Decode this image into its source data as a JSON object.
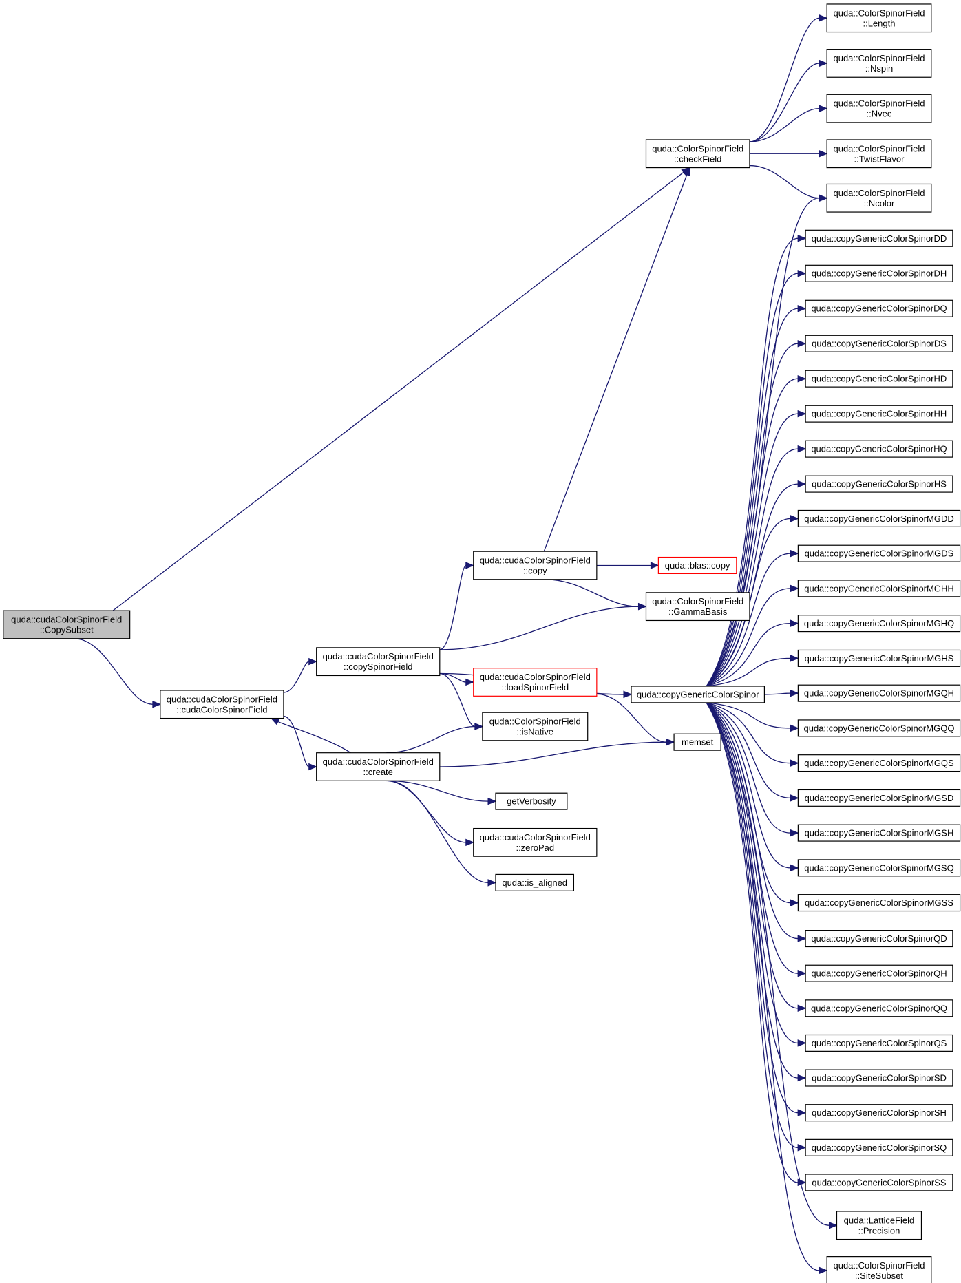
{
  "graph": {
    "nodes": [
      {
        "id": "root",
        "lines": [
          "quda::cudaColorSpinorField",
          "::CopySubset"
        ],
        "style": "root"
      },
      {
        "id": "ctor",
        "lines": [
          "quda::cudaColorSpinorField",
          "::cudaColorSpinorField"
        ]
      },
      {
        "id": "copySpinorField",
        "lines": [
          "quda::cudaColorSpinorField",
          "::copySpinorField"
        ]
      },
      {
        "id": "create",
        "lines": [
          "quda::cudaColorSpinorField",
          "::create"
        ]
      },
      {
        "id": "copy",
        "lines": [
          "quda::cudaColorSpinorField",
          "::copy"
        ]
      },
      {
        "id": "loadSpinorField",
        "lines": [
          "quda::cudaColorSpinorField",
          "::loadSpinorField"
        ],
        "style": "red"
      },
      {
        "id": "isNative",
        "lines": [
          "quda::ColorSpinorField",
          "::isNative"
        ]
      },
      {
        "id": "getVerbosity",
        "lines": [
          "getVerbosity"
        ]
      },
      {
        "id": "zeroPad",
        "lines": [
          "quda::cudaColorSpinorField",
          "::zeroPad"
        ]
      },
      {
        "id": "is_aligned",
        "lines": [
          "quda::is_aligned"
        ]
      },
      {
        "id": "checkField",
        "lines": [
          "quda::ColorSpinorField",
          "::checkField"
        ]
      },
      {
        "id": "blascopy",
        "lines": [
          "quda::blas::copy"
        ],
        "style": "red"
      },
      {
        "id": "GammaBasis",
        "lines": [
          "quda::ColorSpinorField",
          "::GammaBasis"
        ]
      },
      {
        "id": "cgcs",
        "lines": [
          "quda::copyGenericColorSpinor"
        ]
      },
      {
        "id": "memset",
        "lines": [
          "memset"
        ]
      },
      {
        "id": "Length",
        "lines": [
          "quda::ColorSpinorField",
          "::Length"
        ]
      },
      {
        "id": "Nspin",
        "lines": [
          "quda::ColorSpinorField",
          "::Nspin"
        ]
      },
      {
        "id": "Nvec",
        "lines": [
          "quda::ColorSpinorField",
          "::Nvec"
        ]
      },
      {
        "id": "TwistFlavor",
        "lines": [
          "quda::ColorSpinorField",
          "::TwistFlavor"
        ]
      },
      {
        "id": "Ncolor",
        "lines": [
          "quda::ColorSpinorField",
          "::Ncolor"
        ]
      },
      {
        "id": "DD",
        "lines": [
          "quda::copyGenericColorSpinorDD"
        ]
      },
      {
        "id": "DH",
        "lines": [
          "quda::copyGenericColorSpinorDH"
        ]
      },
      {
        "id": "DQ",
        "lines": [
          "quda::copyGenericColorSpinorDQ"
        ]
      },
      {
        "id": "DS",
        "lines": [
          "quda::copyGenericColorSpinorDS"
        ]
      },
      {
        "id": "HD",
        "lines": [
          "quda::copyGenericColorSpinorHD"
        ]
      },
      {
        "id": "HH",
        "lines": [
          "quda::copyGenericColorSpinorHH"
        ]
      },
      {
        "id": "HQ",
        "lines": [
          "quda::copyGenericColorSpinorHQ"
        ]
      },
      {
        "id": "HS",
        "lines": [
          "quda::copyGenericColorSpinorHS"
        ]
      },
      {
        "id": "MGDD",
        "lines": [
          "quda::copyGenericColorSpinorMGDD"
        ]
      },
      {
        "id": "MGDS",
        "lines": [
          "quda::copyGenericColorSpinorMGDS"
        ]
      },
      {
        "id": "MGHH",
        "lines": [
          "quda::copyGenericColorSpinorMGHH"
        ]
      },
      {
        "id": "MGHQ",
        "lines": [
          "quda::copyGenericColorSpinorMGHQ"
        ]
      },
      {
        "id": "MGHS",
        "lines": [
          "quda::copyGenericColorSpinorMGHS"
        ]
      },
      {
        "id": "MGQH",
        "lines": [
          "quda::copyGenericColorSpinorMGQH"
        ]
      },
      {
        "id": "MGQQ",
        "lines": [
          "quda::copyGenericColorSpinorMGQQ"
        ]
      },
      {
        "id": "MGQS",
        "lines": [
          "quda::copyGenericColorSpinorMGQS"
        ]
      },
      {
        "id": "MGSD",
        "lines": [
          "quda::copyGenericColorSpinorMGSD"
        ]
      },
      {
        "id": "MGSH",
        "lines": [
          "quda::copyGenericColorSpinorMGSH"
        ]
      },
      {
        "id": "MGSQ",
        "lines": [
          "quda::copyGenericColorSpinorMGSQ"
        ]
      },
      {
        "id": "MGSS",
        "lines": [
          "quda::copyGenericColorSpinorMGSS"
        ]
      },
      {
        "id": "QD",
        "lines": [
          "quda::copyGenericColorSpinorQD"
        ]
      },
      {
        "id": "QH",
        "lines": [
          "quda::copyGenericColorSpinorQH"
        ]
      },
      {
        "id": "QQ",
        "lines": [
          "quda::copyGenericColorSpinorQQ"
        ]
      },
      {
        "id": "QS",
        "lines": [
          "quda::copyGenericColorSpinorQS"
        ]
      },
      {
        "id": "SD",
        "lines": [
          "quda::copyGenericColorSpinorSD"
        ]
      },
      {
        "id": "SH",
        "lines": [
          "quda::copyGenericColorSpinorSH"
        ]
      },
      {
        "id": "SQ",
        "lines": [
          "quda::copyGenericColorSpinorSQ"
        ]
      },
      {
        "id": "SS",
        "lines": [
          "quda::copyGenericColorSpinorSS"
        ]
      },
      {
        "id": "Precision",
        "lines": [
          "quda::LatticeField",
          "::Precision"
        ]
      },
      {
        "id": "SiteSubset",
        "lines": [
          "quda::ColorSpinorField",
          "::SiteSubset"
        ]
      }
    ],
    "edges": [
      [
        "root",
        "checkField"
      ],
      [
        "root",
        "ctor"
      ],
      [
        "ctor",
        "copySpinorField"
      ],
      [
        "ctor",
        "create"
      ],
      [
        "create",
        "ctor"
      ],
      [
        "copySpinorField",
        "copy"
      ],
      [
        "copySpinorField",
        "GammaBasis"
      ],
      [
        "copySpinorField",
        "loadSpinorField"
      ],
      [
        "copySpinorField",
        "cgcs"
      ],
      [
        "copySpinorField",
        "isNative"
      ],
      [
        "copy",
        "checkField"
      ],
      [
        "copy",
        "blascopy"
      ],
      [
        "copy",
        "GammaBasis"
      ],
      [
        "loadSpinorField",
        "cgcs"
      ],
      [
        "loadSpinorField",
        "memset"
      ],
      [
        "create",
        "isNative"
      ],
      [
        "create",
        "memset"
      ],
      [
        "create",
        "getVerbosity"
      ],
      [
        "create",
        "zeroPad"
      ],
      [
        "create",
        "is_aligned"
      ],
      [
        "checkField",
        "Length"
      ],
      [
        "checkField",
        "Nspin"
      ],
      [
        "checkField",
        "Nvec"
      ],
      [
        "checkField",
        "TwistFlavor"
      ],
      [
        "checkField",
        "Ncolor"
      ],
      [
        "cgcs",
        "Ncolor"
      ],
      [
        "cgcs",
        "DD"
      ],
      [
        "cgcs",
        "DH"
      ],
      [
        "cgcs",
        "DQ"
      ],
      [
        "cgcs",
        "DS"
      ],
      [
        "cgcs",
        "HD"
      ],
      [
        "cgcs",
        "HH"
      ],
      [
        "cgcs",
        "HQ"
      ],
      [
        "cgcs",
        "HS"
      ],
      [
        "cgcs",
        "MGDD"
      ],
      [
        "cgcs",
        "MGDS"
      ],
      [
        "cgcs",
        "MGHH"
      ],
      [
        "cgcs",
        "MGHQ"
      ],
      [
        "cgcs",
        "MGHS"
      ],
      [
        "cgcs",
        "MGQH"
      ],
      [
        "cgcs",
        "MGQQ"
      ],
      [
        "cgcs",
        "MGQS"
      ],
      [
        "cgcs",
        "MGSD"
      ],
      [
        "cgcs",
        "MGSH"
      ],
      [
        "cgcs",
        "MGSQ"
      ],
      [
        "cgcs",
        "MGSS"
      ],
      [
        "cgcs",
        "QD"
      ],
      [
        "cgcs",
        "QH"
      ],
      [
        "cgcs",
        "QQ"
      ],
      [
        "cgcs",
        "QS"
      ],
      [
        "cgcs",
        "SD"
      ],
      [
        "cgcs",
        "SH"
      ],
      [
        "cgcs",
        "SQ"
      ],
      [
        "cgcs",
        "SS"
      ],
      [
        "cgcs",
        "Precision"
      ],
      [
        "cgcs",
        "SiteSubset"
      ]
    ]
  }
}
